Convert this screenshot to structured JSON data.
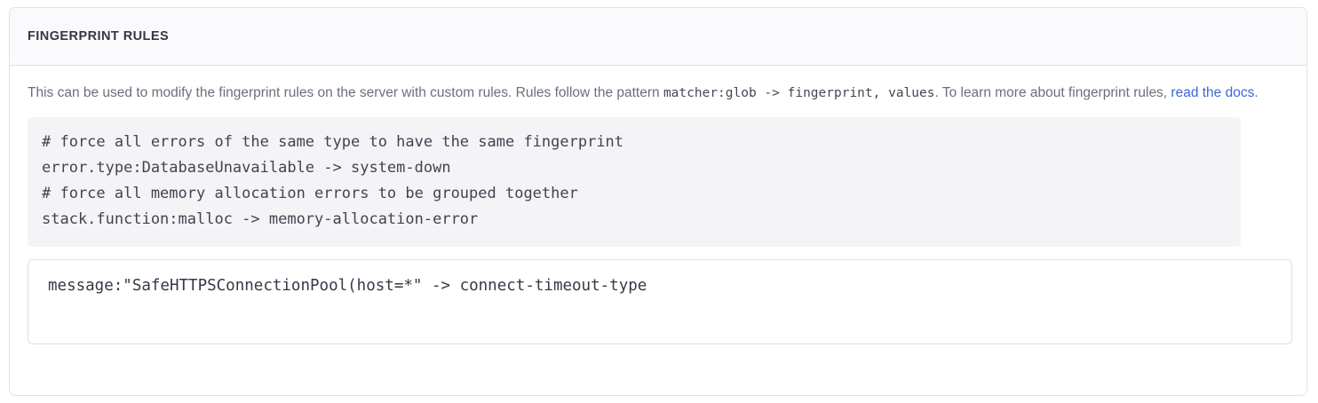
{
  "panel": {
    "title": "FINGERPRINT RULES",
    "description": {
      "text_before_code": "This can be used to modify the fingerprint rules on the server with custom rules. Rules follow the pattern ",
      "inline_code": "matcher:glob -> fingerprint, values",
      "text_after_code": ". To learn more about fingerprint rules, ",
      "link_label": "read the docs",
      "text_after_link": "."
    },
    "example_code": "# force all errors of the same type to have the same fingerprint\nerror.type:DatabaseUnavailable -> system-down\n# force all memory allocation errors to be grouped together\nstack.function:malloc -> memory-allocation-error",
    "editor": {
      "value": "message:\"SafeHTTPSConnectionPool(host=*\" -> connect-timeout-type",
      "placeholder": "matcher:glob -> fingerprint, values"
    }
  },
  "colors": {
    "card_border": "#e2e0e8",
    "header_background": "#fafafc",
    "title_text": "#3b3345",
    "body_text": "#6f6c7e",
    "link": "#3a68d8",
    "code_background": "#f4f4f7",
    "code_text": "#474050",
    "editor_border": "#e0dee7",
    "editor_text": "#3c3547"
  }
}
